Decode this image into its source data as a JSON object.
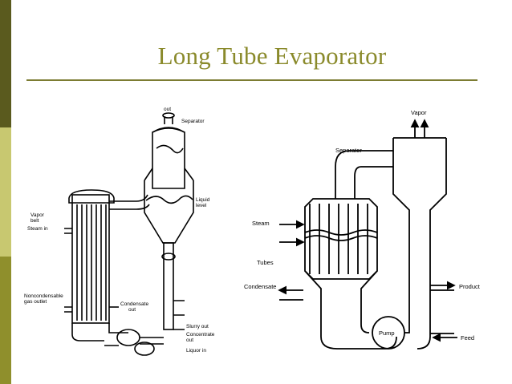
{
  "slide": {
    "title": "Long Tube  Evaporator"
  },
  "left_diagram": {
    "labels": {
      "out": "out",
      "separator": "Separator",
      "liquid_level_1": "Liquid",
      "liquid_level_2": "level",
      "vapor_belt_1": "Vapor",
      "vapor_belt_2": "belt",
      "steam_in": "Steam in",
      "noncondensable_1": "Noncondensable",
      "noncondensable_2": "gas outlet",
      "condensate_out_1": "Condensate",
      "condensate_out_2": "out",
      "slurry_out": "Slurry out",
      "concentrate_out_1": "Concentrate",
      "concentrate_out_2": "out",
      "liquor_in": "Liquor in"
    }
  },
  "right_diagram": {
    "labels": {
      "vapor": "Vapor",
      "separator": "Separator",
      "steam": "Steam",
      "tubes": "Tubes",
      "condensate": "Condensate",
      "product": "Product",
      "pump": "Pump",
      "feed": "Feed"
    }
  }
}
